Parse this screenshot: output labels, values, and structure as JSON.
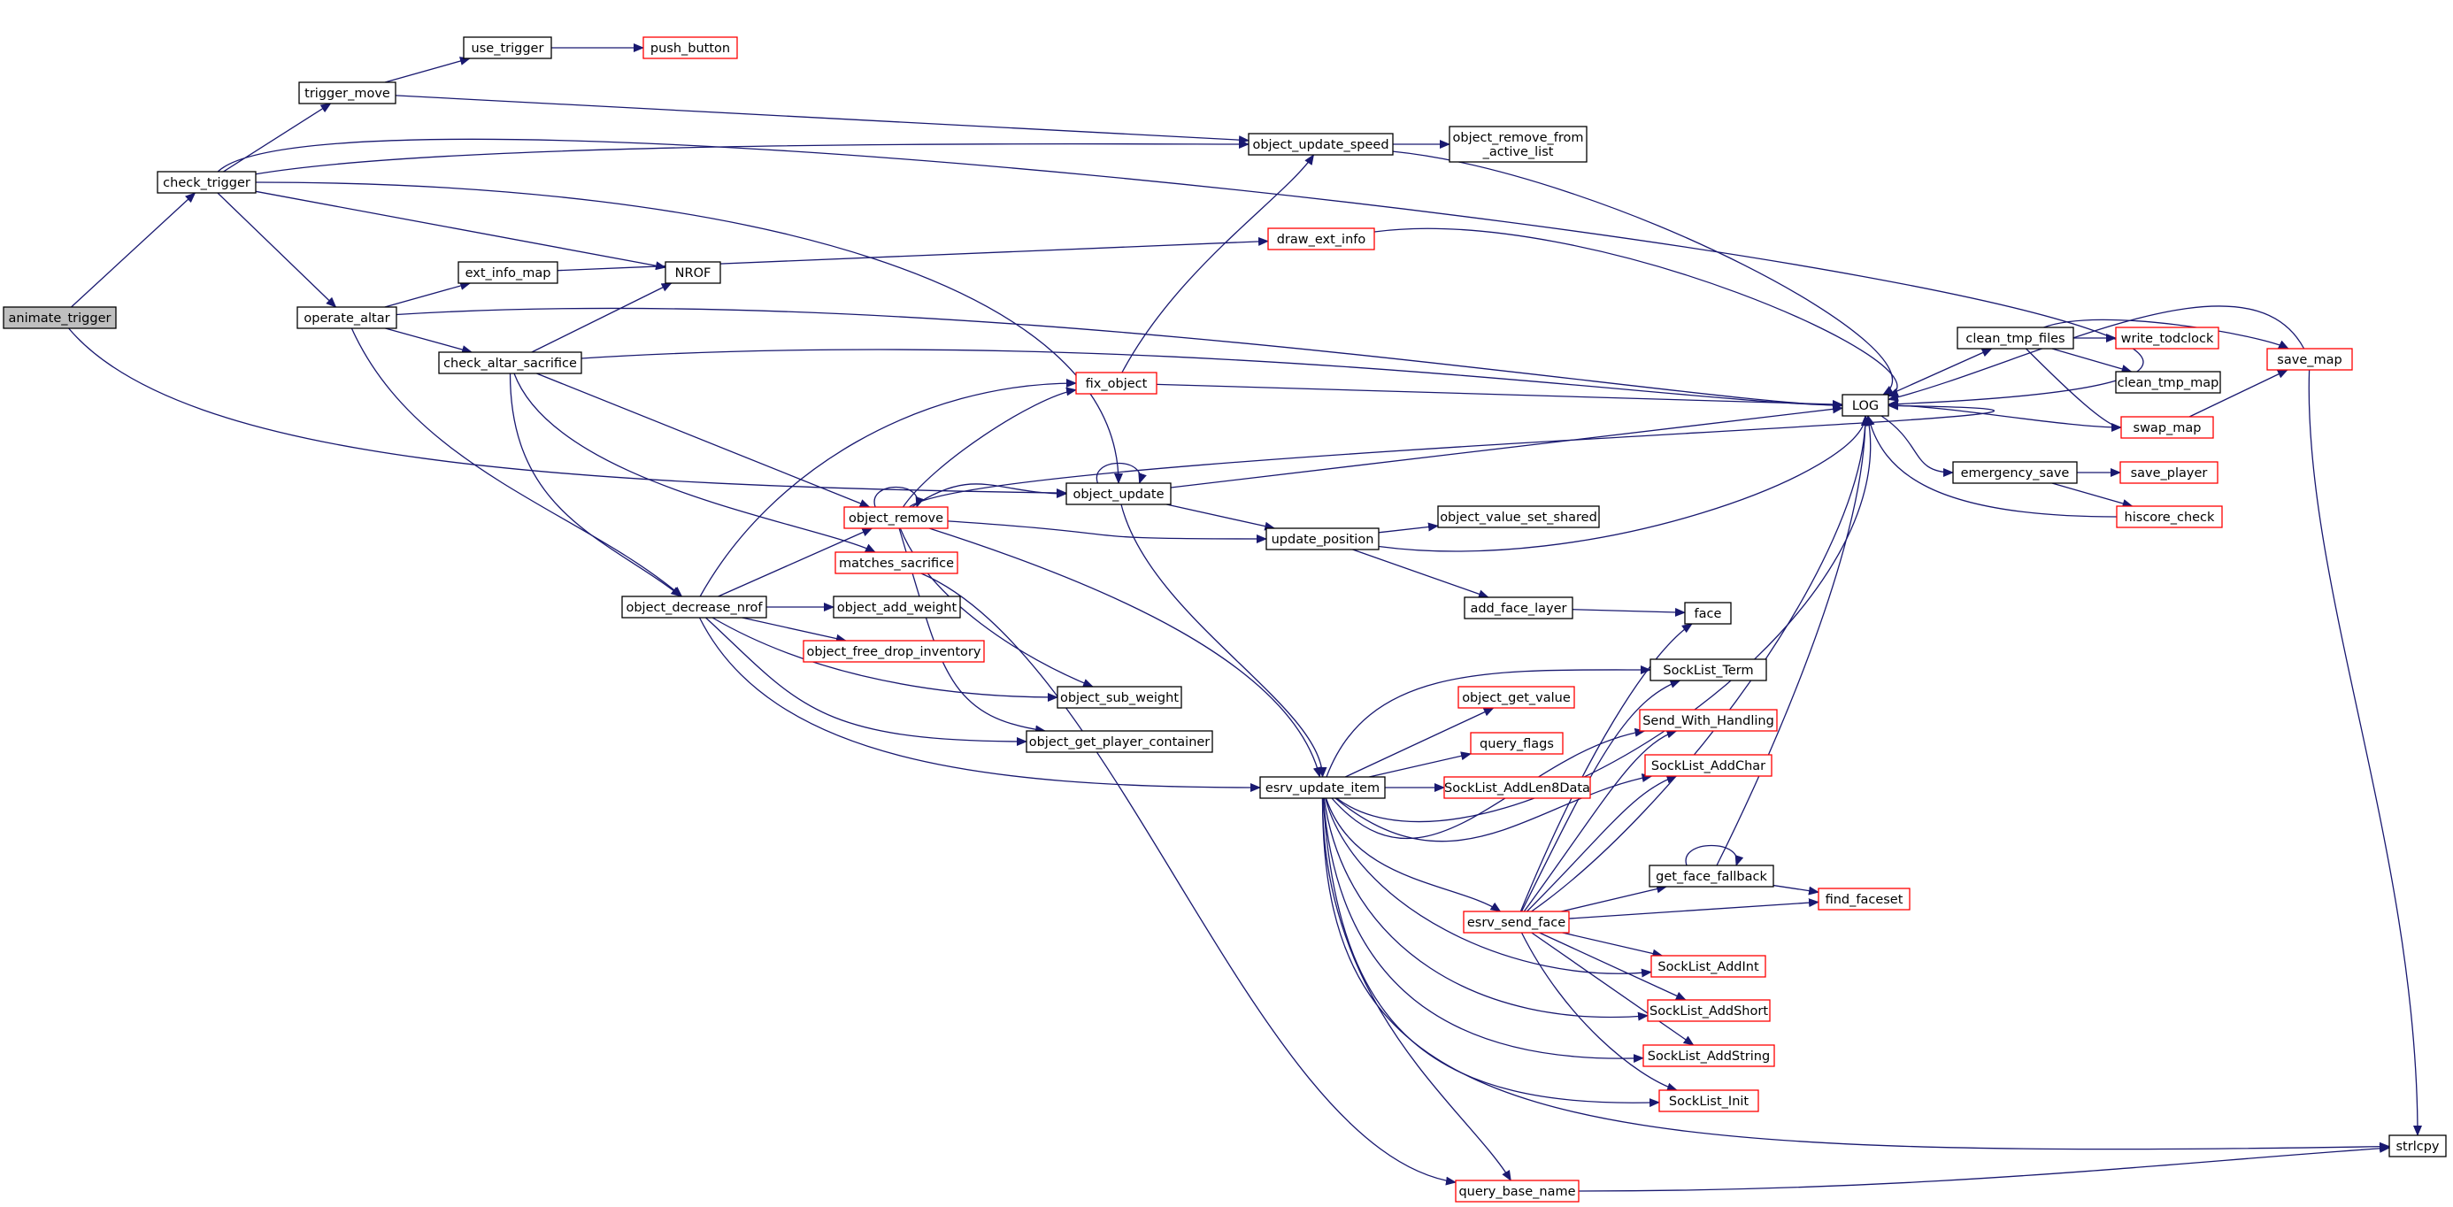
{
  "colors": {
    "edge": "#191970",
    "border_normal": "#000000",
    "border_truncated": "#ff0000",
    "fill_root": "#bfbfbf",
    "fill_node": "#ffffff",
    "text": "#000000"
  },
  "nodes": [
    {
      "id": "animate_trigger",
      "label": "animate_trigger",
      "style": "root"
    },
    {
      "id": "check_trigger",
      "label": "check_trigger",
      "style": "normal"
    },
    {
      "id": "trigger_move",
      "label": "trigger_move",
      "style": "normal"
    },
    {
      "id": "use_trigger",
      "label": "use_trigger",
      "style": "normal"
    },
    {
      "id": "push_button",
      "label": "push_button",
      "style": "truncated"
    },
    {
      "id": "operate_altar",
      "label": "operate_altar",
      "style": "normal"
    },
    {
      "id": "ext_info_map",
      "label": "ext_info_map",
      "style": "normal"
    },
    {
      "id": "NROF",
      "label": "NROF",
      "style": "normal"
    },
    {
      "id": "check_altar_sacrifice",
      "label": "check_altar_sacrifice",
      "style": "normal"
    },
    {
      "id": "object_decrease_nrof",
      "label": "object_decrease_nrof",
      "style": "normal"
    },
    {
      "id": "object_remove",
      "label": "object_remove",
      "style": "truncated"
    },
    {
      "id": "matches_sacrifice",
      "label": "matches_sacrifice",
      "style": "truncated"
    },
    {
      "id": "object_add_weight",
      "label": "object_add_weight",
      "style": "normal"
    },
    {
      "id": "object_free_drop_inventory",
      "label": "object_free_drop_inventory",
      "style": "truncated"
    },
    {
      "id": "object_sub_weight",
      "label": "object_sub_weight",
      "style": "normal"
    },
    {
      "id": "object_get_player_container",
      "label": "object_get_player_container",
      "style": "normal"
    },
    {
      "id": "fix_object",
      "label": "fix_object",
      "style": "truncated"
    },
    {
      "id": "object_update",
      "label": "object_update",
      "style": "normal"
    },
    {
      "id": "object_update_speed",
      "label": "object_update_speed",
      "style": "normal"
    },
    {
      "id": "object_remove_from_active_list",
      "label": "object_remove_from\n_active_list",
      "style": "normal"
    },
    {
      "id": "draw_ext_info",
      "label": "draw_ext_info",
      "style": "truncated"
    },
    {
      "id": "update_position",
      "label": "update_position",
      "style": "normal"
    },
    {
      "id": "object_value_set_shared",
      "label": "object_value_set_shared",
      "style": "normal"
    },
    {
      "id": "add_face_layer",
      "label": "add_face_layer",
      "style": "normal"
    },
    {
      "id": "face",
      "label": "face",
      "style": "normal"
    },
    {
      "id": "esrv_update_item",
      "label": "esrv_update_item",
      "style": "normal"
    },
    {
      "id": "object_get_value",
      "label": "object_get_value",
      "style": "truncated"
    },
    {
      "id": "query_flags",
      "label": "query_flags",
      "style": "truncated"
    },
    {
      "id": "SockList_AddLen8Data",
      "label": "SockList_AddLen8Data",
      "style": "truncated"
    },
    {
      "id": "SockList_Term",
      "label": "SockList_Term",
      "style": "normal"
    },
    {
      "id": "Send_With_Handling",
      "label": "Send_With_Handling",
      "style": "truncated"
    },
    {
      "id": "SockList_AddChar",
      "label": "SockList_AddChar",
      "style": "truncated"
    },
    {
      "id": "get_face_fallback",
      "label": "get_face_fallback",
      "style": "normal"
    },
    {
      "id": "find_faceset",
      "label": "find_faceset",
      "style": "truncated"
    },
    {
      "id": "esrv_send_face",
      "label": "esrv_send_face",
      "style": "truncated"
    },
    {
      "id": "SockList_AddInt",
      "label": "SockList_AddInt",
      "style": "truncated"
    },
    {
      "id": "SockList_AddShort",
      "label": "SockList_AddShort",
      "style": "truncated"
    },
    {
      "id": "SockList_AddString",
      "label": "SockList_AddString",
      "style": "truncated"
    },
    {
      "id": "SockList_Init",
      "label": "SockList_Init",
      "style": "truncated"
    },
    {
      "id": "query_base_name",
      "label": "query_base_name",
      "style": "truncated"
    },
    {
      "id": "strlcpy",
      "label": "strlcpy",
      "style": "normal"
    },
    {
      "id": "LOG",
      "label": "LOG",
      "style": "normal"
    },
    {
      "id": "clean_tmp_files",
      "label": "clean_tmp_files",
      "style": "normal"
    },
    {
      "id": "write_todclock",
      "label": "write_todclock",
      "style": "truncated"
    },
    {
      "id": "clean_tmp_map",
      "label": "clean_tmp_map",
      "style": "normal"
    },
    {
      "id": "swap_map",
      "label": "swap_map",
      "style": "truncated"
    },
    {
      "id": "save_map",
      "label": "save_map",
      "style": "truncated"
    },
    {
      "id": "emergency_save",
      "label": "emergency_save",
      "style": "normal"
    },
    {
      "id": "save_player",
      "label": "save_player",
      "style": "truncated"
    },
    {
      "id": "hiscore_check",
      "label": "hiscore_check",
      "style": "truncated"
    }
  ],
  "edges": [
    [
      "animate_trigger",
      "check_trigger"
    ],
    [
      "animate_trigger",
      "object_update"
    ],
    [
      "check_trigger",
      "LOG"
    ],
    [
      "check_trigger",
      "trigger_move"
    ],
    [
      "check_trigger",
      "object_update_speed"
    ],
    [
      "check_trigger",
      "NROF"
    ],
    [
      "check_trigger",
      "object_update"
    ],
    [
      "check_trigger",
      "operate_altar"
    ],
    [
      "trigger_move",
      "use_trigger"
    ],
    [
      "trigger_move",
      "object_update_speed"
    ],
    [
      "use_trigger",
      "push_button"
    ],
    [
      "operate_altar",
      "ext_info_map"
    ],
    [
      "operate_altar",
      "LOG"
    ],
    [
      "operate_altar",
      "check_altar_sacrifice"
    ],
    [
      "operate_altar",
      "object_decrease_nrof"
    ],
    [
      "ext_info_map",
      "draw_ext_info"
    ],
    [
      "check_altar_sacrifice",
      "NROF"
    ],
    [
      "check_altar_sacrifice",
      "LOG"
    ],
    [
      "check_altar_sacrifice",
      "object_remove"
    ],
    [
      "check_altar_sacrifice",
      "matches_sacrifice"
    ],
    [
      "check_altar_sacrifice",
      "object_decrease_nrof"
    ],
    [
      "object_decrease_nrof",
      "fix_object"
    ],
    [
      "object_decrease_nrof",
      "object_remove"
    ],
    [
      "object_decrease_nrof",
      "object_add_weight"
    ],
    [
      "object_decrease_nrof",
      "object_free_drop_inventory"
    ],
    [
      "object_decrease_nrof",
      "object_sub_weight"
    ],
    [
      "object_decrease_nrof",
      "object_get_player_container"
    ],
    [
      "object_decrease_nrof",
      "esrv_update_item"
    ],
    [
      "object_remove",
      "object_remove"
    ],
    [
      "object_remove",
      "fix_object"
    ],
    [
      "object_remove",
      "LOG"
    ],
    [
      "object_remove",
      "object_update"
    ],
    [
      "object_remove",
      "update_position"
    ],
    [
      "object_remove",
      "object_sub_weight"
    ],
    [
      "object_remove",
      "object_get_player_container"
    ],
    [
      "object_remove",
      "esrv_update_item"
    ],
    [
      "matches_sacrifice",
      "query_base_name"
    ],
    [
      "fix_object",
      "object_update_speed"
    ],
    [
      "fix_object",
      "LOG"
    ],
    [
      "object_update",
      "object_update"
    ],
    [
      "object_update",
      "LOG"
    ],
    [
      "object_update",
      "update_position"
    ],
    [
      "object_update",
      "esrv_update_item"
    ],
    [
      "object_update_speed",
      "object_remove_from_active_list"
    ],
    [
      "object_update_speed",
      "LOG"
    ],
    [
      "draw_ext_info",
      "LOG"
    ],
    [
      "update_position",
      "object_value_set_shared"
    ],
    [
      "update_position",
      "LOG"
    ],
    [
      "update_position",
      "add_face_layer"
    ],
    [
      "add_face_layer",
      "face"
    ],
    [
      "esrv_update_item",
      "SockList_Term"
    ],
    [
      "esrv_update_item",
      "object_get_value"
    ],
    [
      "esrv_update_item",
      "query_flags"
    ],
    [
      "esrv_update_item",
      "SockList_AddLen8Data"
    ],
    [
      "esrv_update_item",
      "LOG"
    ],
    [
      "esrv_update_item",
      "esrv_send_face"
    ],
    [
      "esrv_update_item",
      "SockList_AddInt"
    ],
    [
      "esrv_update_item",
      "SockList_AddShort"
    ],
    [
      "esrv_update_item",
      "SockList_AddString"
    ],
    [
      "esrv_update_item",
      "SockList_Init"
    ],
    [
      "esrv_update_item",
      "strlcpy"
    ],
    [
      "esrv_update_item",
      "query_base_name"
    ],
    [
      "esrv_update_item",
      "Send_With_Handling"
    ],
    [
      "esrv_update_item",
      "SockList_AddChar"
    ],
    [
      "esrv_send_face",
      "face"
    ],
    [
      "esrv_send_face",
      "SockList_Term"
    ],
    [
      "esrv_send_face",
      "Send_With_Handling"
    ],
    [
      "esrv_send_face",
      "SockList_AddChar"
    ],
    [
      "esrv_send_face",
      "get_face_fallback"
    ],
    [
      "esrv_send_face",
      "find_faceset"
    ],
    [
      "esrv_send_face",
      "LOG"
    ],
    [
      "esrv_send_face",
      "SockList_AddInt"
    ],
    [
      "esrv_send_face",
      "SockList_AddShort"
    ],
    [
      "esrv_send_face",
      "SockList_AddString"
    ],
    [
      "esrv_send_face",
      "SockList_Init"
    ],
    [
      "get_face_fallback",
      "get_face_fallback"
    ],
    [
      "get_face_fallback",
      "find_faceset"
    ],
    [
      "get_face_fallback",
      "LOG"
    ],
    [
      "query_base_name",
      "strlcpy"
    ],
    [
      "LOG",
      "clean_tmp_files"
    ],
    [
      "LOG",
      "emergency_save"
    ],
    [
      "clean_tmp_files",
      "write_todclock"
    ],
    [
      "clean_tmp_files",
      "clean_tmp_map"
    ],
    [
      "clean_tmp_files",
      "swap_map"
    ],
    [
      "clean_tmp_files",
      "save_map"
    ],
    [
      "swap_map",
      "LOG"
    ],
    [
      "swap_map",
      "save_map"
    ],
    [
      "save_map",
      "LOG"
    ],
    [
      "save_map",
      "strlcpy"
    ],
    [
      "emergency_save",
      "save_player"
    ],
    [
      "emergency_save",
      "hiscore_check"
    ],
    [
      "hiscore_check",
      "LOG"
    ]
  ]
}
